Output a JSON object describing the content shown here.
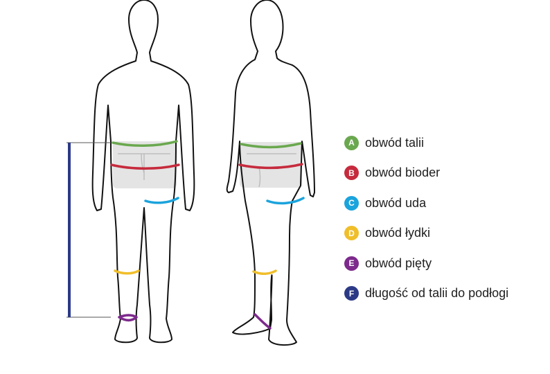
{
  "colors": {
    "A": "#6aa84f",
    "B": "#c62b3d",
    "C": "#1ba3dc",
    "D": "#f0be2a",
    "E": "#7d2a8c",
    "F": "#2c3a86",
    "outline": "#111111",
    "shorts": "#e4e4e4"
  },
  "legend": {
    "items": [
      {
        "letter": "A",
        "label": "obwód talii"
      },
      {
        "letter": "B",
        "label": "obwód bioder"
      },
      {
        "letter": "C",
        "label": "obwód uda"
      },
      {
        "letter": "D",
        "label": "obwód łydki"
      },
      {
        "letter": "E",
        "label": "obwód pięty"
      },
      {
        "letter": "F",
        "label": "długość od talii do podłogi"
      }
    ]
  }
}
